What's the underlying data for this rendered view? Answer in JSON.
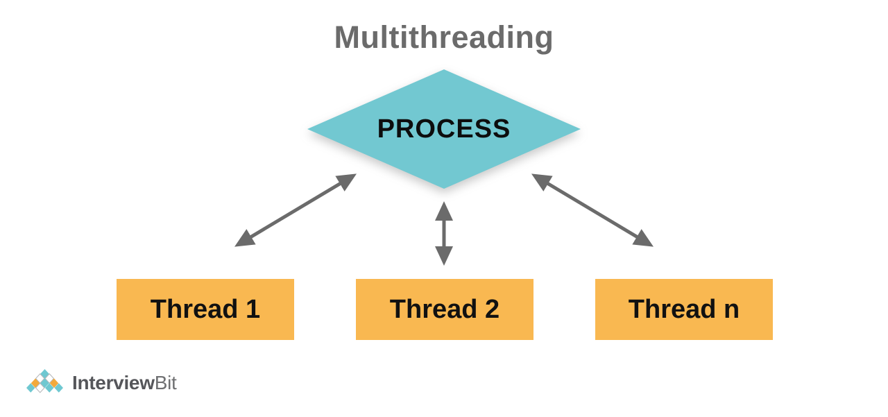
{
  "title": "Multithreading",
  "diagram": {
    "process_node": {
      "label": "PROCESS",
      "shape": "diamond"
    },
    "threads": [
      {
        "label": "Thread 1"
      },
      {
        "label": "Thread 2"
      },
      {
        "label": "Thread n"
      }
    ],
    "connections": [
      {
        "from": "PROCESS",
        "to": "Thread 1",
        "type": "bidirectional-arrow"
      },
      {
        "from": "PROCESS",
        "to": "Thread 2",
        "type": "bidirectional-arrow"
      },
      {
        "from": "PROCESS",
        "to": "Thread n",
        "type": "bidirectional-arrow"
      }
    ]
  },
  "colors": {
    "process_fill": "#72c8d1",
    "thread_fill": "#f9b851",
    "arrow": "#6b6b6b",
    "title_text": "#6b6b6b",
    "node_text": "#0d0d0d"
  },
  "footer": {
    "logo_text_primary": "Interview",
    "logo_text_secondary": "Bit"
  }
}
